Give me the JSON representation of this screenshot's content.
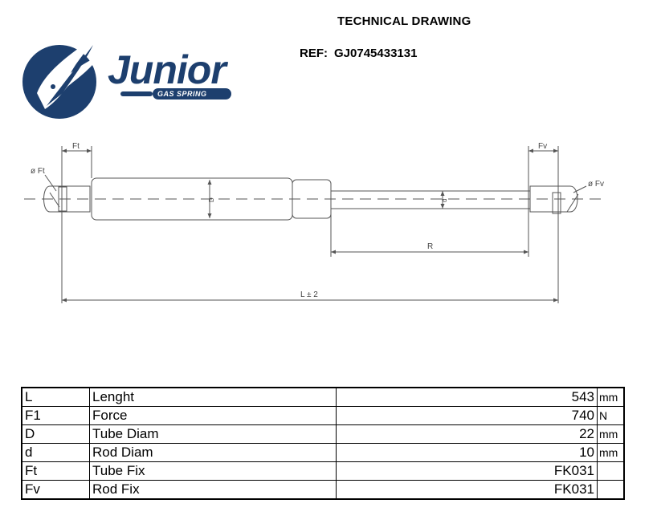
{
  "header": {
    "title": "TECHNICAL DRAWING",
    "ref_label": "REF:",
    "ref_value": "GJ0745433131"
  },
  "logo": {
    "brand": "Junior",
    "tagline": "GAS SPRING",
    "color": "#1d3f6e"
  },
  "drawing": {
    "labels": {
      "ft": "Ft",
      "fv": "Fv",
      "phi_ft": "ø Ft",
      "phi_fv": "ø Fv",
      "r": "R",
      "l": "L ± 2",
      "D": "D",
      "d": "d"
    }
  },
  "specs": [
    {
      "symbol": "L",
      "name": "Lenght",
      "value": "543",
      "unit": "mm"
    },
    {
      "symbol": "F1",
      "name": "Force",
      "value": "740",
      "unit": "N"
    },
    {
      "symbol": "D",
      "name": "Tube Diam",
      "value": "22",
      "unit": "mm"
    },
    {
      "symbol": "d",
      "name": "Rod Diam",
      "value": "10",
      "unit": "mm"
    },
    {
      "symbol": "Ft",
      "name": "Tube Fix",
      "value": "FK031",
      "unit": ""
    },
    {
      "symbol": "Fv",
      "name": "Rod Fix",
      "value": "FK031",
      "unit": ""
    }
  ]
}
